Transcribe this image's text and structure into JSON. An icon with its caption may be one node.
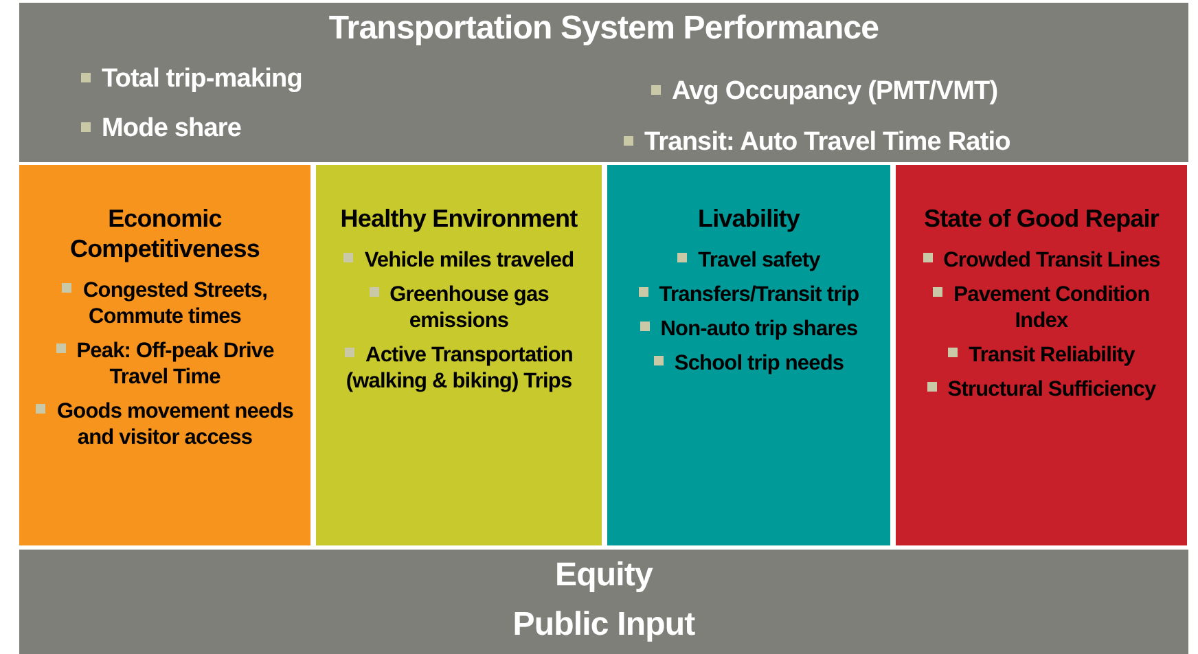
{
  "diagram": {
    "nodes": [
      {
        "text": [
          "Transportation System Performance",
          "Total trip-making",
          "Mode share",
          "Avg Occupancy (PMT/VMT)",
          "Transit: Auto Travel Time Ratio"
        ]
      },
      {
        "text": [
          "Economic Competitiveness",
          "Congested Streets, Commute times",
          "Peak: Off-peak Drive Travel Time",
          "Goods movement needs and visitor access"
        ]
      },
      {
        "text": [
          "Healthy Environment",
          "Vehicle miles traveled",
          "Greenhouse gas emissions",
          "Active Transportation (walking & biking) Trips"
        ]
      },
      {
        "text": [
          "Livability",
          "Travel safety",
          "Transfers/Transit trip",
          "Non-auto trip shares",
          "School trip needs"
        ]
      },
      {
        "text": [
          "State of Good Repair",
          "Crowded Transit Lines",
          "Pavement Condition Index",
          "Transit Reliability",
          "Structural Sufficiency"
        ]
      },
      {
        "text": [
          "Equity",
          "Public Input"
        ]
      }
    ],
    "edges": []
  }
}
